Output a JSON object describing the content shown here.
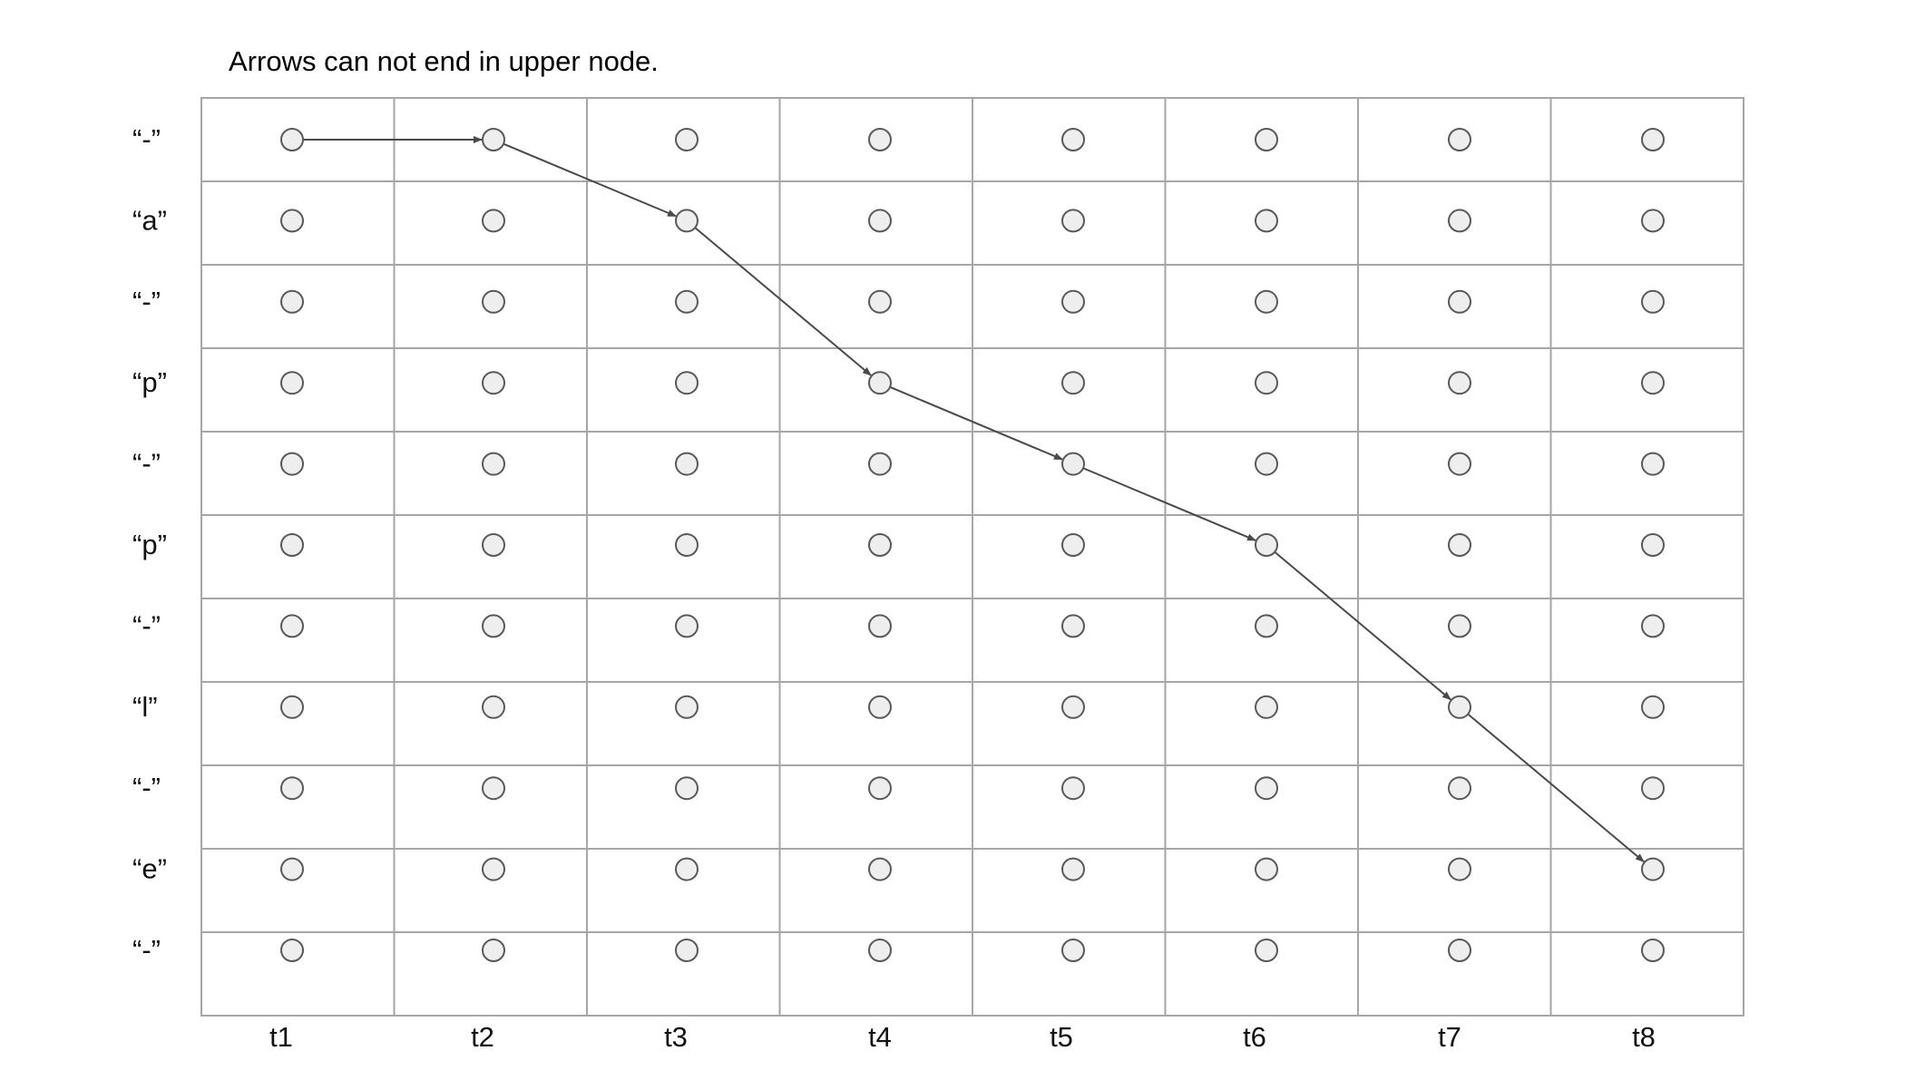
{
  "title": "Arrows can not end in upper node.",
  "row_labels": [
    "“-”",
    "“a”",
    "“-”",
    "“p”",
    "“-”",
    "“p”",
    "“-”",
    "“l”",
    "“-”",
    "“e”",
    "“-”"
  ],
  "col_labels": [
    "t1",
    "t2",
    "t3",
    "t4",
    "t5",
    "t6",
    "t7",
    "t8"
  ],
  "path": [
    {
      "col": 0,
      "row": 0
    },
    {
      "col": 1,
      "row": 0
    },
    {
      "col": 2,
      "row": 1
    },
    {
      "col": 3,
      "row": 3
    },
    {
      "col": 4,
      "row": 4
    },
    {
      "col": 5,
      "row": 5
    },
    {
      "col": 6,
      "row": 7
    },
    {
      "col": 7,
      "row": 9
    }
  ],
  "colors": {
    "grid": "#a6a6a6",
    "node_fill": "#eeeeee",
    "node_stroke": "#595959",
    "arrow": "#4a4a4a"
  }
}
